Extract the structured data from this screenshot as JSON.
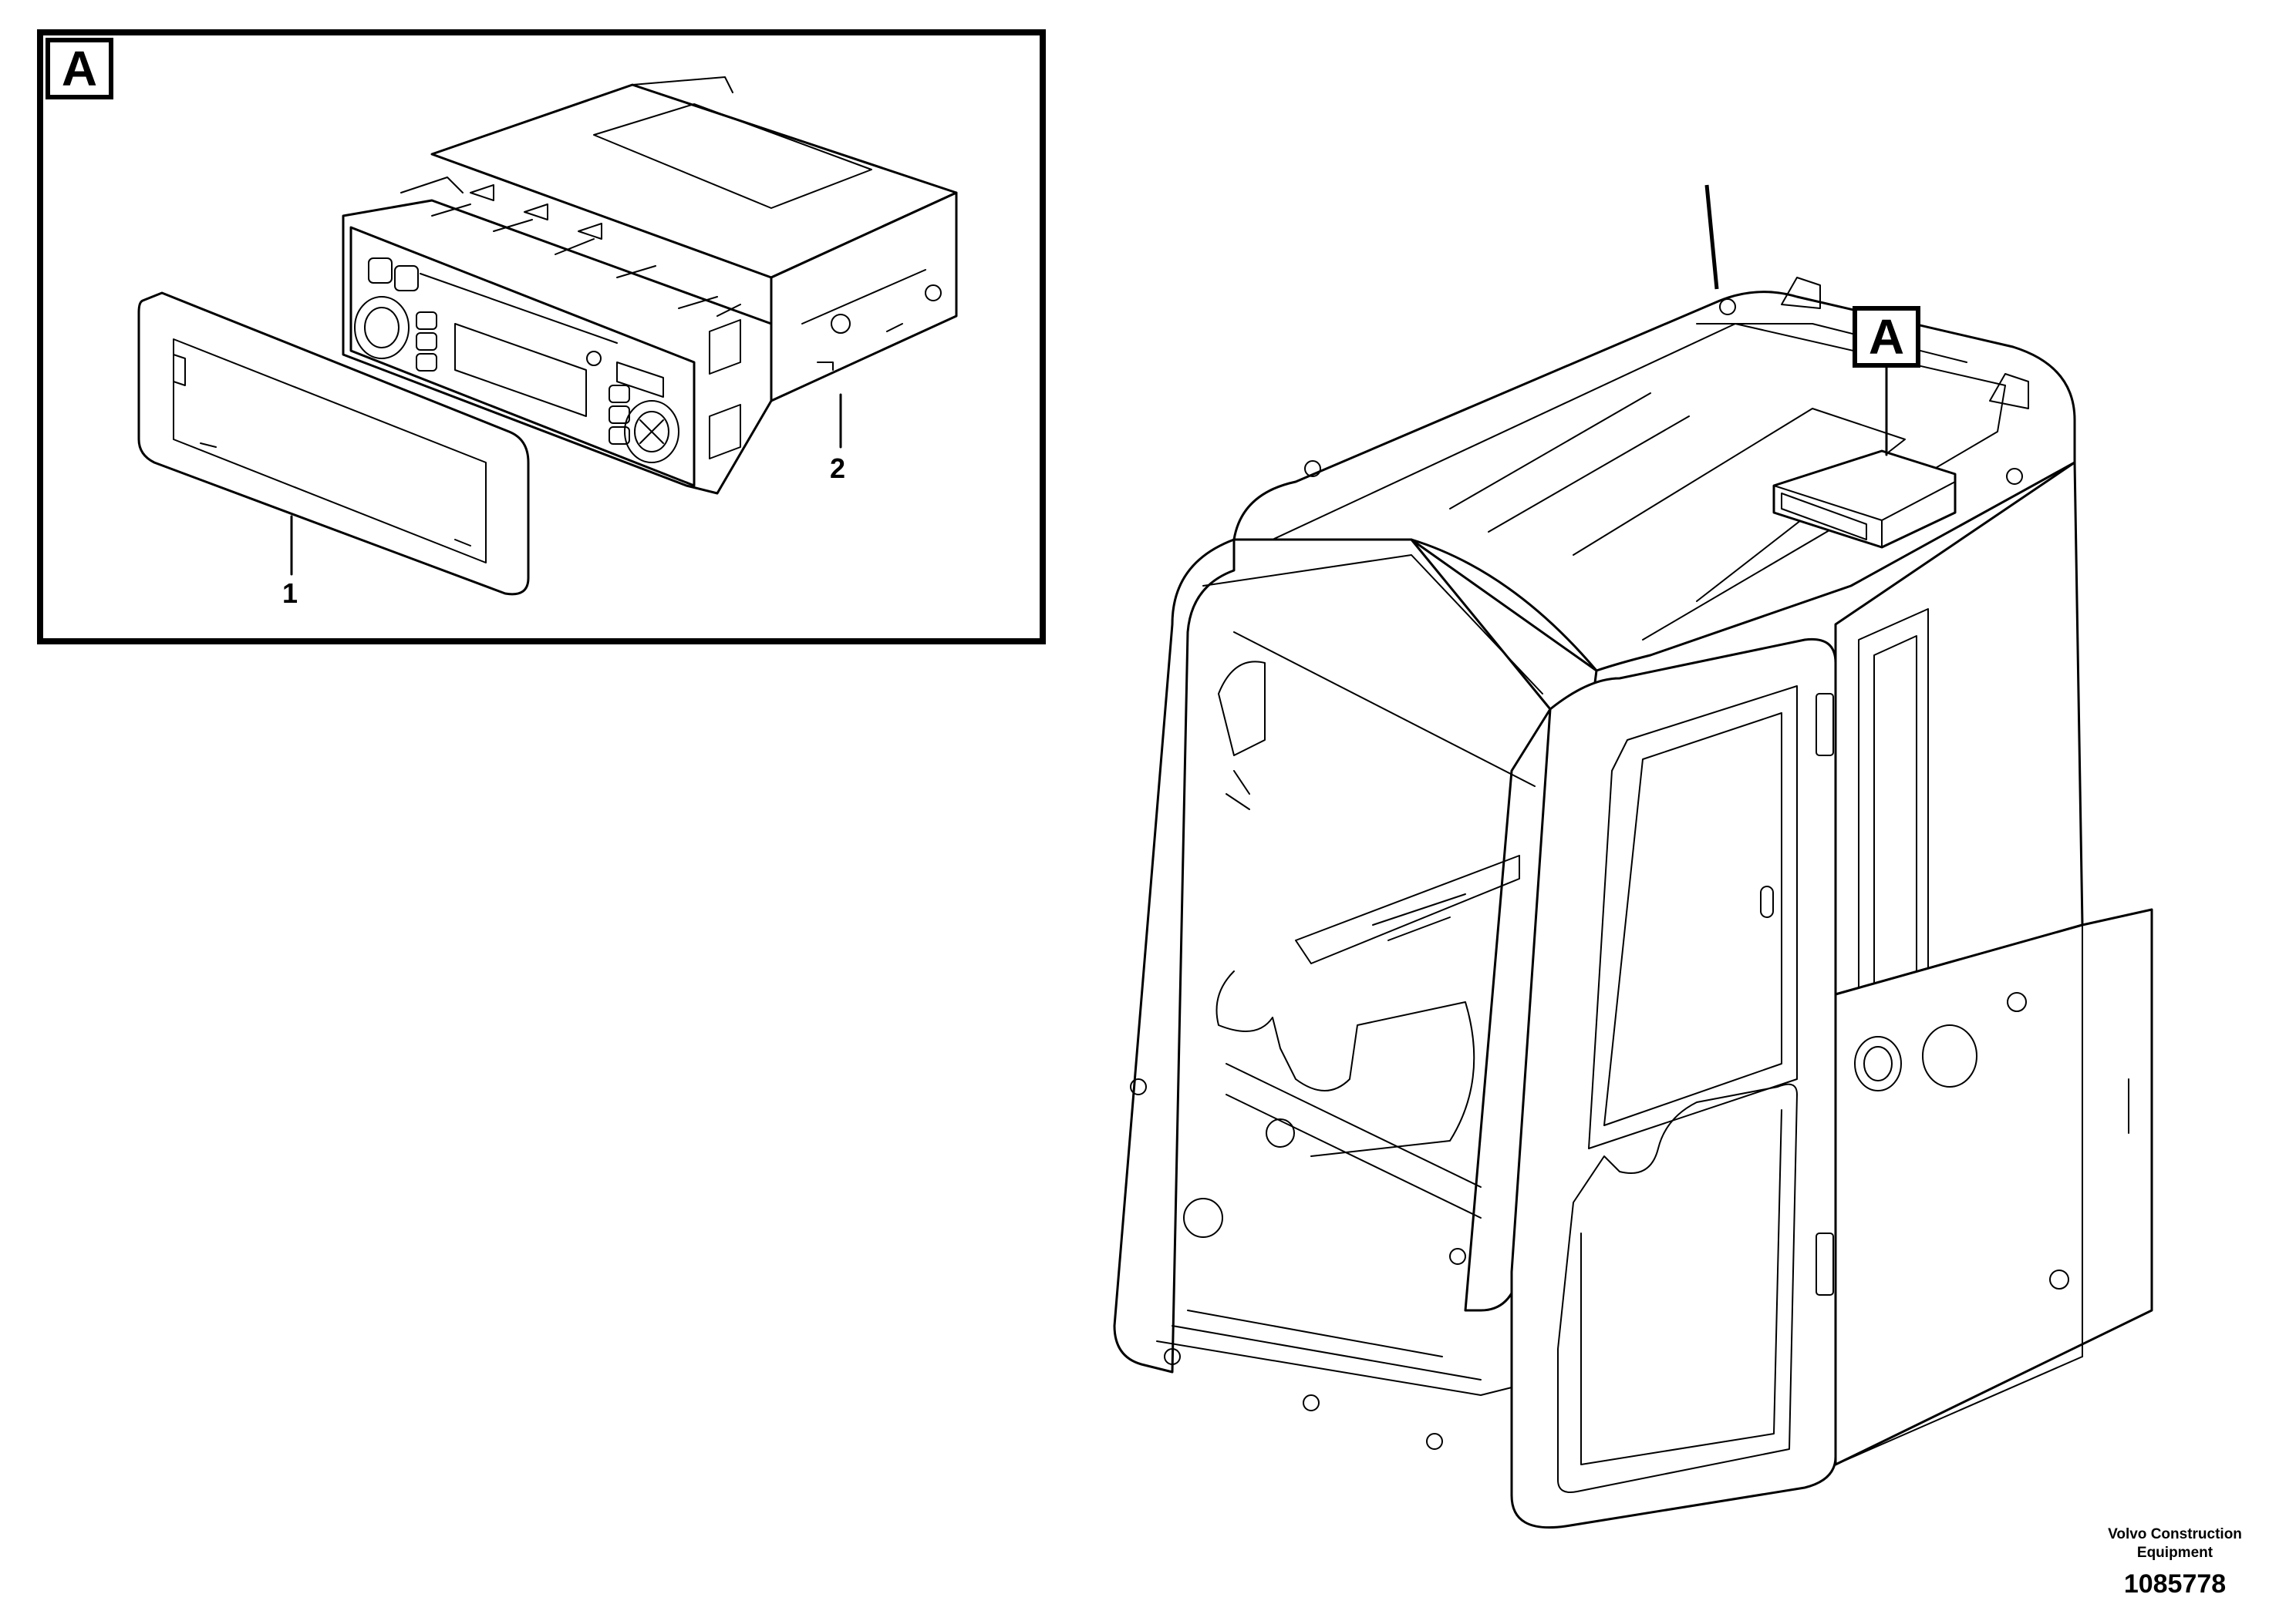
{
  "detail_view": {
    "label": "A",
    "items": [
      {
        "number": "1",
        "part": "bezel frame"
      },
      {
        "number": "2",
        "part": "radio unit"
      }
    ]
  },
  "main_view": {
    "detail_reference_label": "A"
  },
  "footer": {
    "company_line1": "Volvo Construction",
    "company_line2": "Equipment",
    "drawing_number": "1085778"
  }
}
